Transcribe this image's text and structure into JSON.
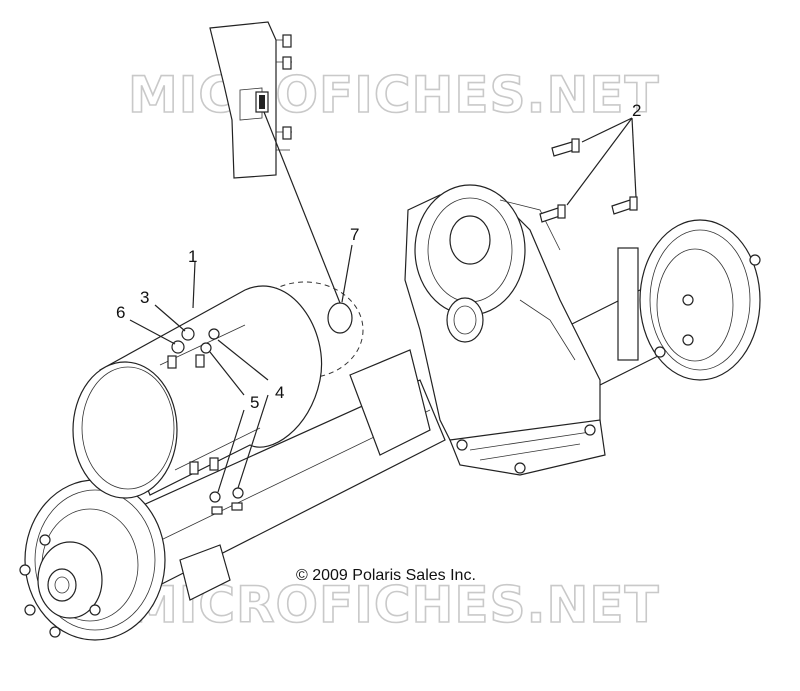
{
  "watermark": {
    "text": "MICROFICHES.NET"
  },
  "copyright": "© 2009 Polaris Sales Inc.",
  "callouts": [
    "1",
    "2",
    "3",
    "4",
    "5",
    "6",
    "7"
  ],
  "parts": {
    "motor": "1",
    "bolts": "2",
    "nut_3": "3",
    "nut_4": "4",
    "nut_5": "5",
    "nut_6": "6",
    "plug": "7"
  },
  "colors": {
    "line": "#222222",
    "watermark": "#c9c9c9",
    "background": "#ffffff"
  }
}
